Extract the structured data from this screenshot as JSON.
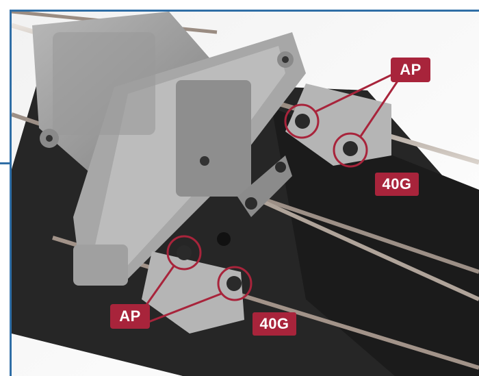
{
  "labels": {
    "ap_top": "AP",
    "ap_bottom": "AP",
    "g_top": "40G",
    "g_bottom": "40G"
  },
  "colors": {
    "frame_border": "#2f6ea6",
    "callout_red": "#a8243b",
    "plastic_grey": "#9a9a9a",
    "chassis_black": "#2a2a2a"
  }
}
